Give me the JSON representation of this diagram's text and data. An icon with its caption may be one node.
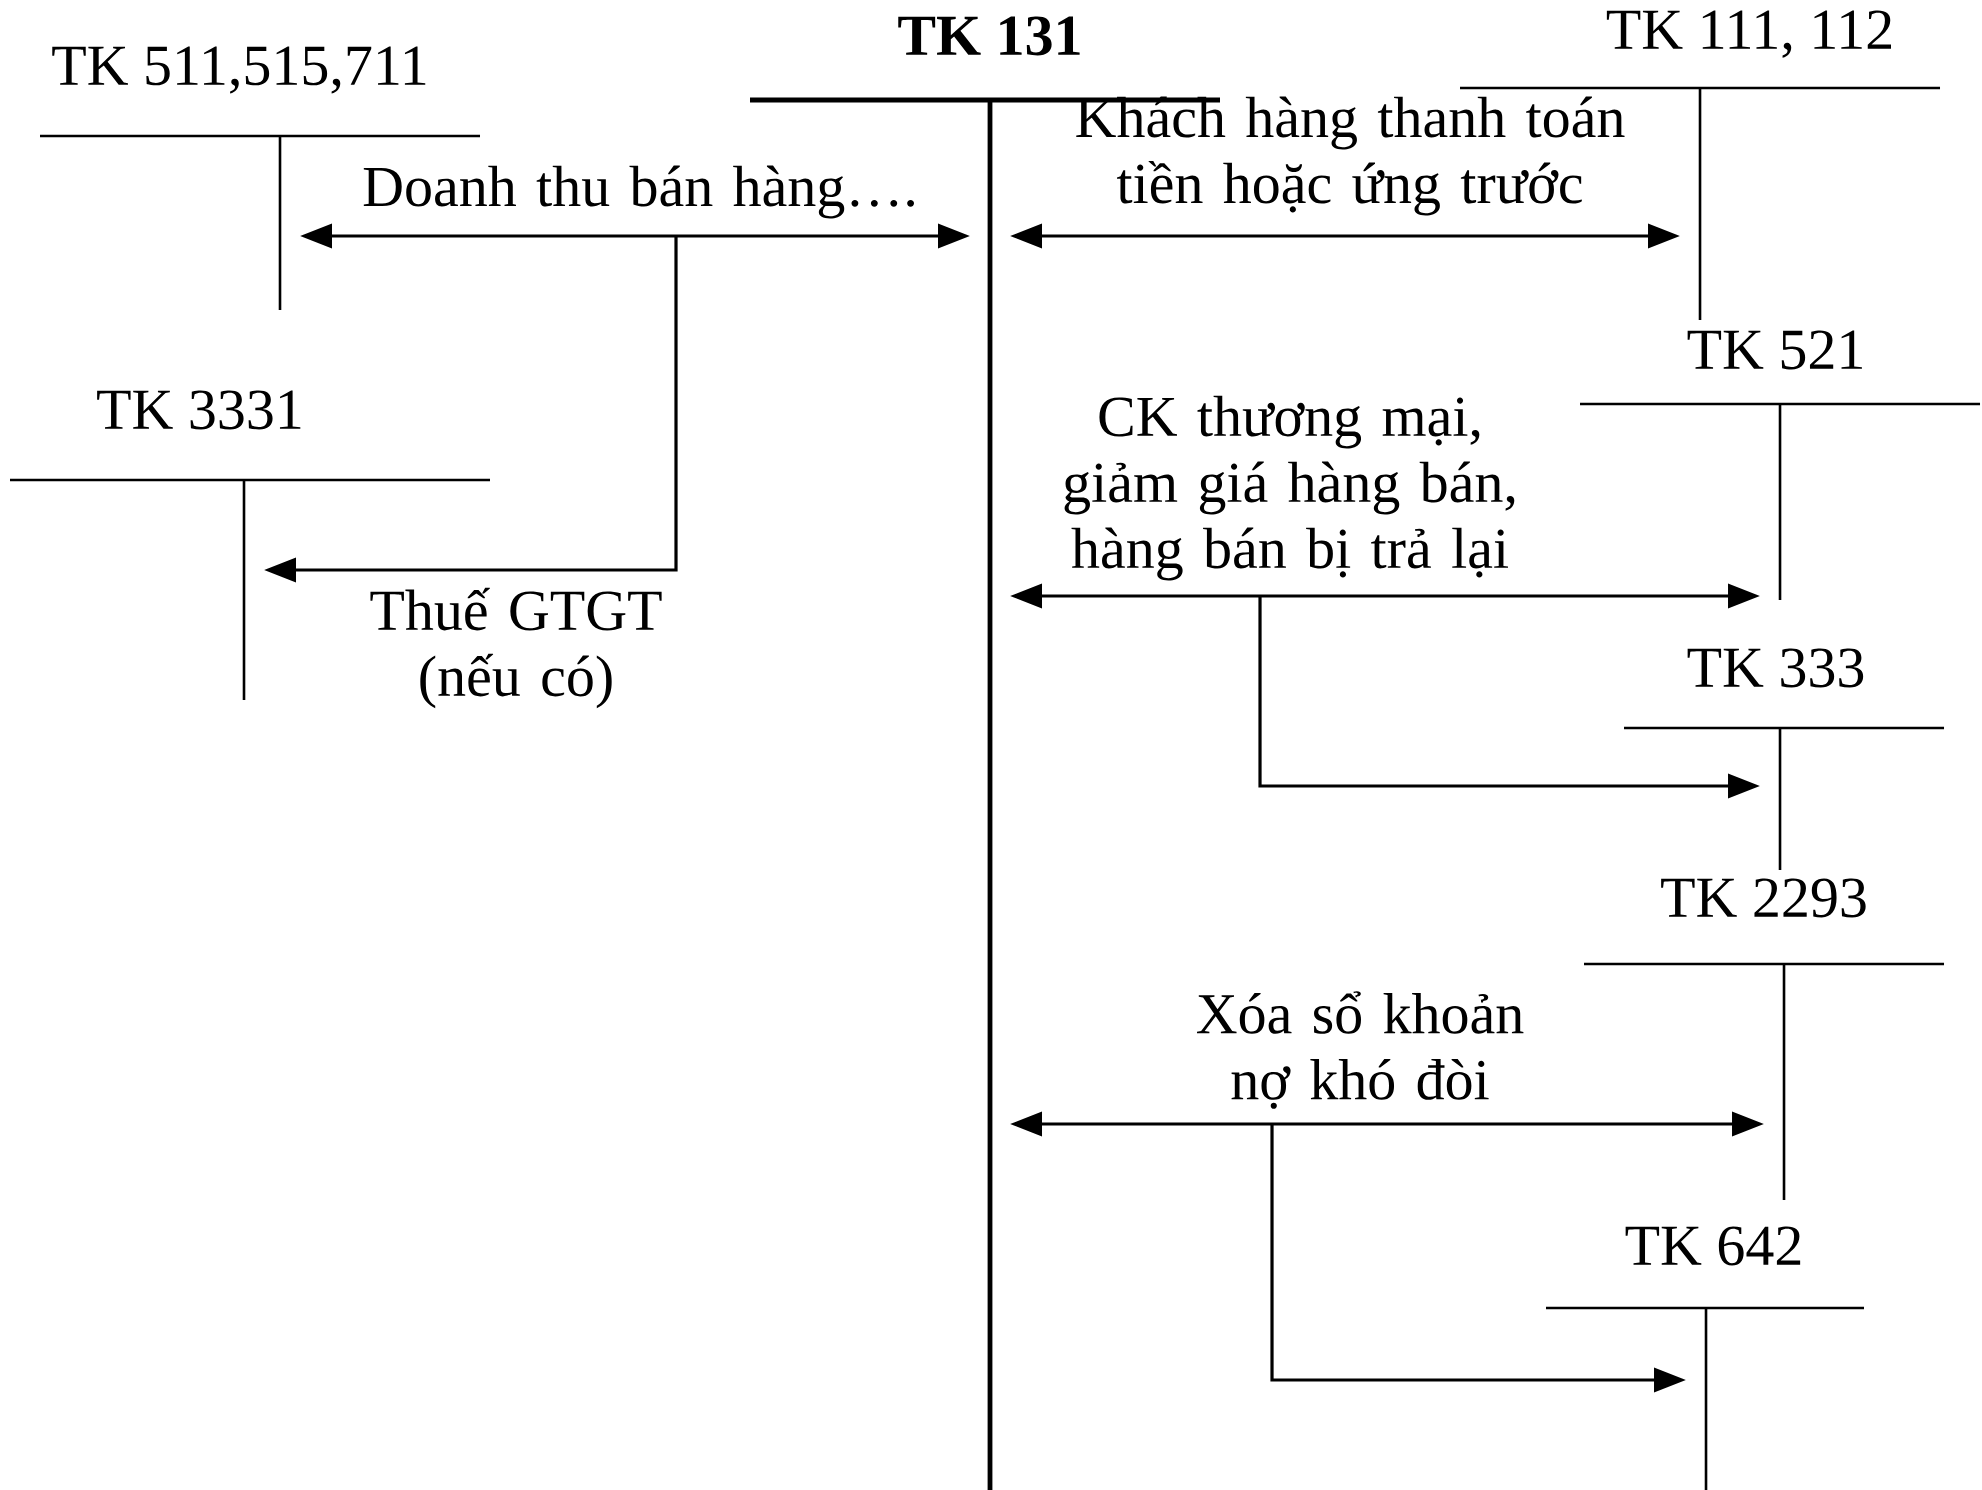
{
  "diagram": {
    "nodes": [
      {
        "text": [
          "TK 511,515,711"
        ]
      },
      {
        "text": [
          "TK 131"
        ]
      },
      {
        "text": [
          "TK 111, 112"
        ]
      },
      {
        "text": [
          "TK 3331"
        ]
      },
      {
        "text": [
          "TK 521"
        ]
      },
      {
        "text": [
          "TK 333"
        ]
      },
      {
        "text": [
          "TK 2293"
        ]
      },
      {
        "text": [
          "TK 642"
        ]
      }
    ],
    "edges": [
      {
        "from": 0,
        "to": 1,
        "arrow": "both",
        "label": "Doanh thu bán hàng…."
      },
      {
        "from": 1,
        "to": 3,
        "arrow": "to",
        "label": "Thuế GTGT (nếu có)"
      },
      {
        "from": 1,
        "to": 2,
        "arrow": "both",
        "label": "Khách hàng thanh toán tiền hoặc ứng trước"
      },
      {
        "from": 1,
        "to": 4,
        "arrow": "both",
        "label": "CK thương mại, giảm giá hàng bán, hàng bán bị trả lại"
      },
      {
        "from": 1,
        "to": 5,
        "arrow": "to"
      },
      {
        "from": 1,
        "to": 6,
        "arrow": "both",
        "label": "Xóa sổ khoản nợ khó đòi"
      },
      {
        "from": 1,
        "to": 7,
        "arrow": "to"
      }
    ]
  }
}
